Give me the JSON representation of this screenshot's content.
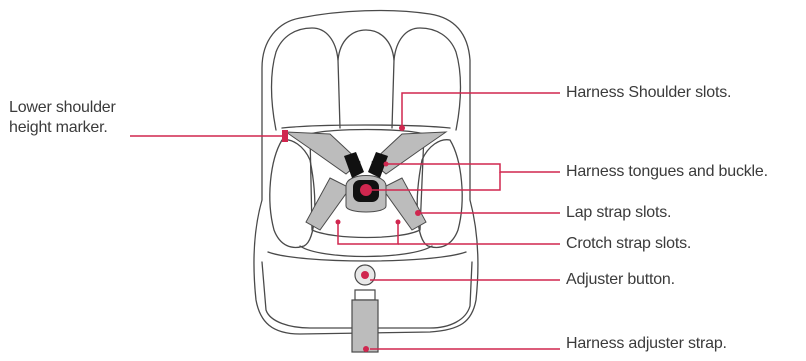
{
  "diagram": {
    "colors": {
      "outline": "#4a4a4a",
      "accent": "#d0274f",
      "strap": "#bcbcbc",
      "buckle": "#111111"
    },
    "labels": {
      "lower_shoulder_line1": "Lower shoulder",
      "lower_shoulder_line2": "height marker.",
      "harness_shoulder_slots": "Harness Shoulder slots.",
      "harness_tongues_buckle": "Harness tongues and buckle.",
      "lap_strap_slots": "Lap strap slots.",
      "crotch_strap_slots": "Crotch strap slots.",
      "adjuster_button": "Adjuster button.",
      "harness_adjuster_strap": "Harness adjuster strap."
    }
  }
}
